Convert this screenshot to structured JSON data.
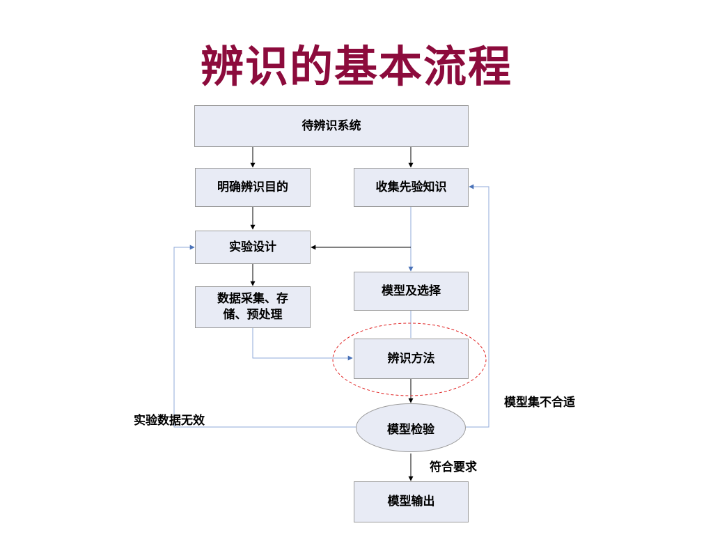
{
  "title": "辨识的基本流程",
  "nodes": {
    "system": "待辨识系统",
    "purpose": "明确辨识目的",
    "prior": "收集先验知识",
    "experiment": "实验设计",
    "data_line1": "数据采集、存",
    "data_line2": "储、预处理",
    "model_select": "模型及选择",
    "method": "辨识方法",
    "validation": "模型检验",
    "output": "模型输出"
  },
  "edge_labels": {
    "data_invalid": "实验数据无效",
    "model_unsuitable": "模型集不合适",
    "meets_requirement": "符合要求"
  },
  "colors": {
    "title": "#8c0b3c",
    "box_fill": "#e8ebf5",
    "box_border": "#9a9a9a",
    "feedback_line": "#8fa8d8",
    "highlight_dash": "#e02020"
  }
}
